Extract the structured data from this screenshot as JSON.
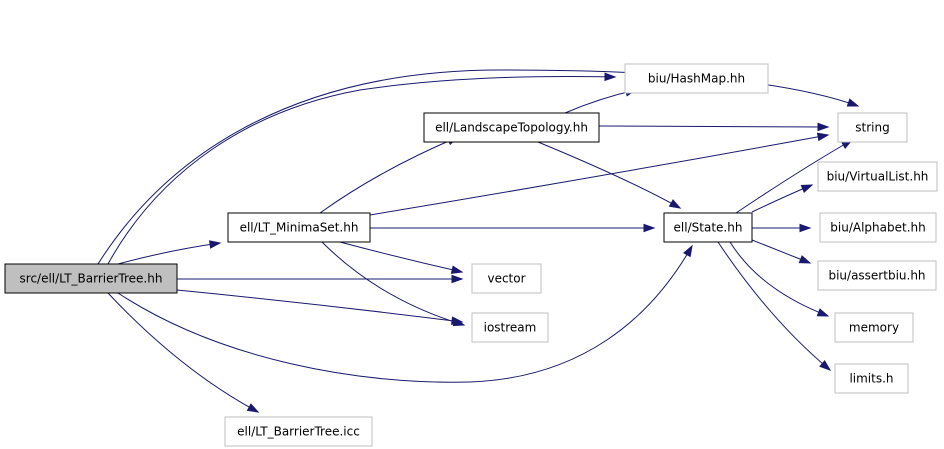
{
  "colors": {
    "edge": "#191970",
    "root_fill": "#bfbfbf",
    "root_stroke": "#000000",
    "documented_stroke": "#000000",
    "external_stroke": "#bfbfbf",
    "box_fill": "#ffffff"
  },
  "nodes": [
    {
      "id": "barriertree_hh",
      "label": "src/ell/LT_BarrierTree.hh",
      "kind": "root"
    },
    {
      "id": "hashmap",
      "label": "biu/HashMap.hh",
      "kind": "external"
    },
    {
      "id": "landscape",
      "label": "ell/LandscapeTopology.hh",
      "kind": "documented"
    },
    {
      "id": "string",
      "label": "string",
      "kind": "external"
    },
    {
      "id": "virtuallist",
      "label": "biu/VirtualList.hh",
      "kind": "external"
    },
    {
      "id": "minimaset",
      "label": "ell/LT_MinimaSet.hh",
      "kind": "documented"
    },
    {
      "id": "state",
      "label": "ell/State.hh",
      "kind": "documented"
    },
    {
      "id": "alphabet",
      "label": "biu/Alphabet.hh",
      "kind": "external"
    },
    {
      "id": "vector",
      "label": "vector",
      "kind": "external"
    },
    {
      "id": "assertbiu",
      "label": "biu/assertbiu.hh",
      "kind": "external"
    },
    {
      "id": "iostream",
      "label": "iostream",
      "kind": "external"
    },
    {
      "id": "memory",
      "label": "memory",
      "kind": "external"
    },
    {
      "id": "limits",
      "label": "limits.h",
      "kind": "external"
    },
    {
      "id": "barriertree_icc",
      "label": "ell/LT_BarrierTree.icc",
      "kind": "external"
    }
  ],
  "edges": [
    {
      "from": "barriertree_hh",
      "to": "minimaset"
    },
    {
      "from": "barriertree_hh",
      "to": "vector"
    },
    {
      "from": "barriertree_hh",
      "to": "iostream"
    },
    {
      "from": "barriertree_hh",
      "to": "state"
    },
    {
      "from": "barriertree_hh",
      "to": "hashmap"
    },
    {
      "from": "barriertree_hh",
      "to": "string"
    },
    {
      "from": "barriertree_hh",
      "to": "barriertree_icc"
    },
    {
      "from": "minimaset",
      "to": "landscape"
    },
    {
      "from": "minimaset",
      "to": "string"
    },
    {
      "from": "minimaset",
      "to": "state"
    },
    {
      "from": "minimaset",
      "to": "vector"
    },
    {
      "from": "minimaset",
      "to": "iostream"
    },
    {
      "from": "landscape",
      "to": "hashmap"
    },
    {
      "from": "landscape",
      "to": "string"
    },
    {
      "from": "landscape",
      "to": "state"
    },
    {
      "from": "state",
      "to": "string"
    },
    {
      "from": "state",
      "to": "virtuallist"
    },
    {
      "from": "state",
      "to": "alphabet"
    },
    {
      "from": "state",
      "to": "assertbiu"
    },
    {
      "from": "state",
      "to": "memory"
    },
    {
      "from": "state",
      "to": "limits"
    }
  ]
}
